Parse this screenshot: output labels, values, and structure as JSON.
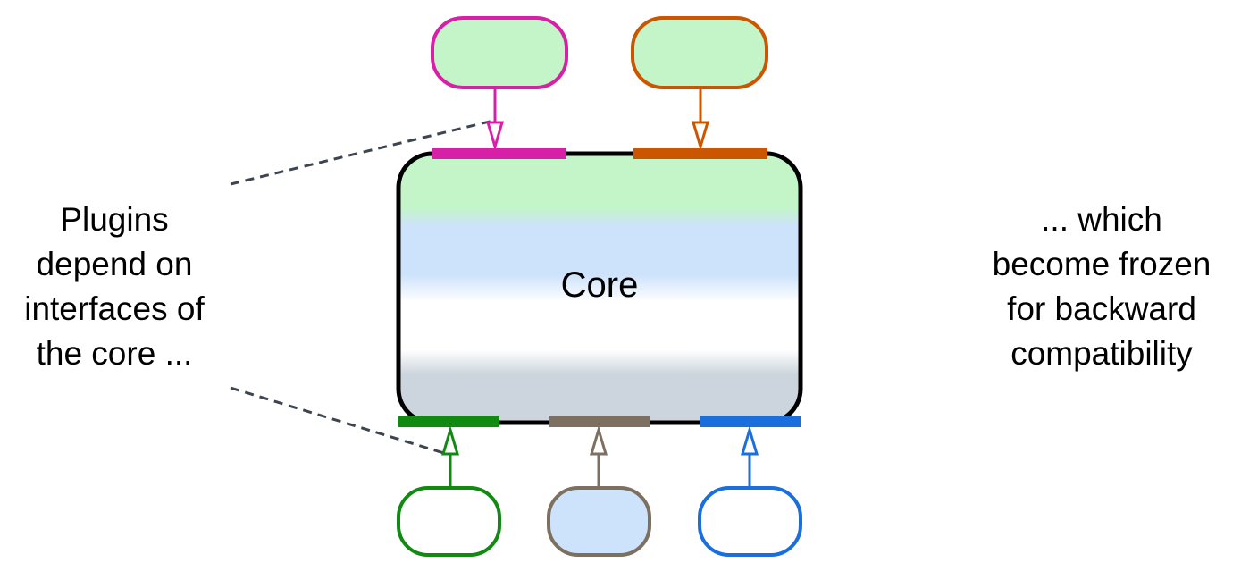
{
  "core": {
    "label": "Core",
    "border_color": "#000000",
    "gradient": [
      "#c3f5c9",
      "#cde2fb",
      "#ffffff",
      "#ccd5dd"
    ]
  },
  "captions": {
    "left": [
      "Plugins",
      "depend on",
      "interfaces of",
      "the core ..."
    ],
    "right": [
      "... which",
      "become frozen",
      "for backward",
      "compatibility"
    ]
  },
  "plugins": {
    "top": [
      {
        "color": "#d81fa8",
        "fill": "#c3f5c9"
      },
      {
        "color": "#cc5500",
        "fill": "#c3f5c9"
      }
    ],
    "bottom": [
      {
        "color": "#118a11",
        "fill": "#ffffff"
      },
      {
        "color": "#7d7060",
        "fill": "#cde2fb"
      },
      {
        "color": "#1a6fdc",
        "fill": "#ffffff"
      }
    ]
  },
  "callout_line_color": "#3d4550"
}
